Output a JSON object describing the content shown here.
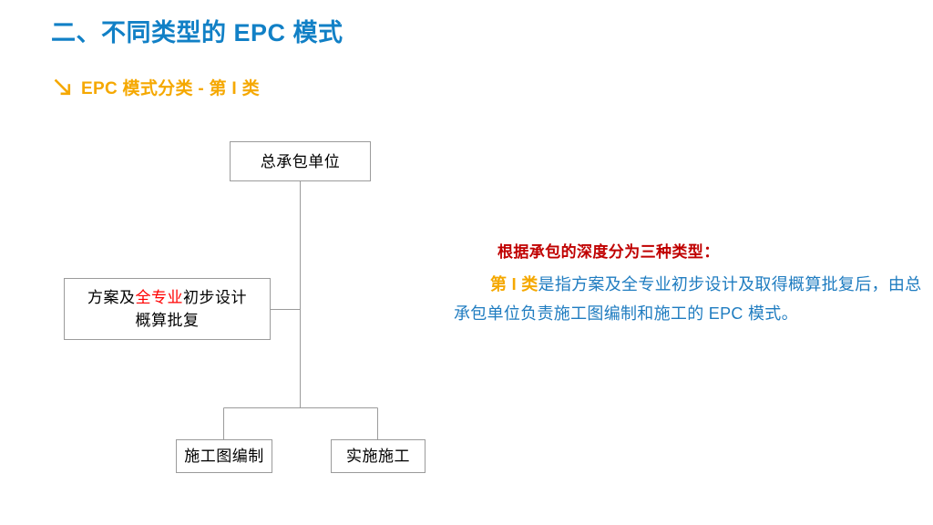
{
  "slide": {
    "title": "二、不同类型的 EPC 模式",
    "subtitle": {
      "icon": "arrow-down-right-icon",
      "text": "EPC 模式分类 - 第 I 类"
    },
    "colors": {
      "title_blue": "#1180C6",
      "accent_orange": "#F5A800",
      "heading_red": "#C00000",
      "highlight_red": "#FF0000",
      "body_blue": "#1F7CC0",
      "box_border": "#9B9B9B",
      "connector": "#9B9B9B",
      "background": "#FFFFFF"
    }
  },
  "diagram": {
    "type": "org-tree",
    "nodes": [
      {
        "id": "top",
        "label": "总承包单位"
      },
      {
        "id": "left",
        "label_before": "方案及",
        "label_highlight": "全专业",
        "label_after": "初步设计",
        "label_line2": "概算批复"
      },
      {
        "id": "bot_a",
        "label": "施工图编制"
      },
      {
        "id": "bot_b",
        "label": "实施施工"
      }
    ]
  },
  "notes": {
    "heading": "根据承包的深度分为三种类型：",
    "body_highlight": "第 I 类",
    "body_text": "是指方案及全专业初步设计及取得概算批复后，由总承包单位负责施工图编制和施工的 EPC 模式。"
  }
}
